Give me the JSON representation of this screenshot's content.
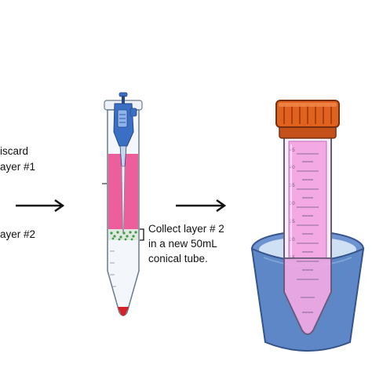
{
  "labels": {
    "discard_line1": "iscard",
    "discard_line2": "ayer #1",
    "layer2": "ayer #2",
    "collect_line1": "Collect layer # 2",
    "collect_line2": "in a new 50mL",
    "collect_line3": "conical tube."
  },
  "tube_graduations": [
    "45",
    "40",
    "35",
    "30",
    "25",
    "20",
    "15",
    "10",
    "5"
  ],
  "colors": {
    "pink_layer": "#ec5f9c",
    "conical_fill": "#f2a9e4",
    "cap_orange": "#e0621e",
    "cup_blue": "#5d87c7",
    "pipette_blue": "#3a6fc4",
    "cells_green": "#3f9a4a",
    "pellet_red": "#d62027",
    "arrow": "#111111"
  },
  "icons": [
    "pipette-icon",
    "centrifuge-tube-icon",
    "conical-tube-icon",
    "tube-rack-cup-icon",
    "arrow-right-icon"
  ]
}
